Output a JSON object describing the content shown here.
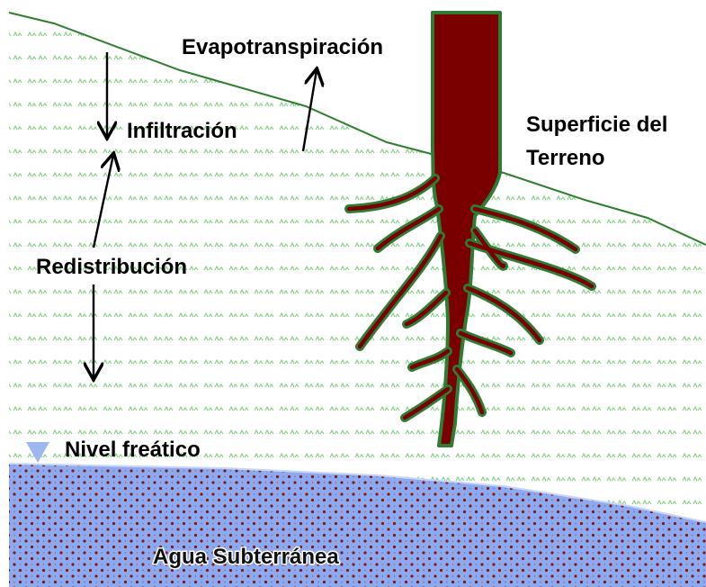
{
  "labels": {
    "evapotranspiration": "Evapotranspiración",
    "infiltration": "Infiltración",
    "surface_line1": "Superficie del",
    "surface_line2": "Terreno",
    "redistribution": "Redistribución",
    "water_table": "Nivel freático",
    "groundwater": "Agua Subterránea"
  },
  "colors": {
    "soil_texture": "#7ed07e",
    "ground_line": "#2f7f2f",
    "trunk": "#7a0000",
    "root_outline": "#2e7d32",
    "water": "#8ea9ee",
    "water_dots": "#7a1a1a",
    "water_table_marker": "#9fb7f0",
    "arrows": "#000000"
  }
}
